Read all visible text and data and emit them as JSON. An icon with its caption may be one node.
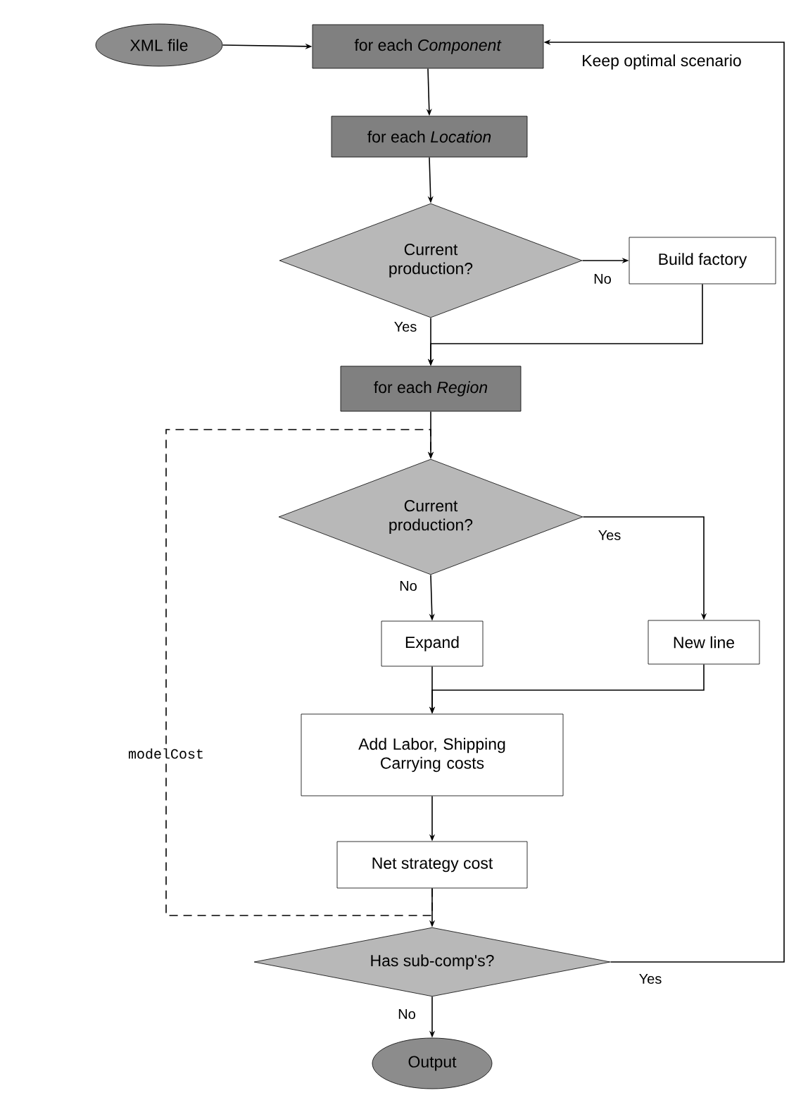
{
  "diagram": {
    "nodes": [
      {
        "text": [
          "XML file"
        ]
      },
      {
        "text": [
          "for each *Component*"
        ]
      },
      {
        "text": [
          "for each *Location*"
        ]
      },
      {
        "text": [
          "Current production?"
        ]
      },
      {
        "text": [
          "Build factory"
        ]
      },
      {
        "text": [
          "for each *Region*"
        ]
      },
      {
        "text": [
          "Current production?"
        ]
      },
      {
        "text": [
          "Expand"
        ]
      },
      {
        "text": [
          "New line"
        ]
      },
      {
        "text": [
          "Add Labor, Shipping Carrying costs"
        ]
      },
      {
        "text": [
          "Net strategy cost"
        ]
      },
      {
        "text": [
          "Has sub-comp's?"
        ]
      },
      {
        "text": [
          "Output"
        ]
      }
    ],
    "edges": [
      {
        "from": 0,
        "to": 1,
        "arrow": "to"
      },
      {
        "from": 1,
        "to": 2,
        "arrow": "to"
      },
      {
        "from": 2,
        "to": 3,
        "arrow": "to"
      },
      {
        "from": 3,
        "to": 4,
        "arrow": "to",
        "label": "No"
      },
      {
        "from": 3,
        "to": 5,
        "arrow": "to",
        "label": "Yes"
      },
      {
        "from": 4,
        "to": 5,
        "arrow": "to"
      },
      {
        "from": 5,
        "to": 6,
        "arrow": "to"
      },
      {
        "from": 6,
        "to": 7,
        "arrow": "to",
        "label": "No"
      },
      {
        "from": 6,
        "to": 8,
        "arrow": "to",
        "label": "Yes"
      },
      {
        "from": 7,
        "to": 9,
        "arrow": "to"
      },
      {
        "from": 8,
        "to": 9,
        "arrow": "to"
      },
      {
        "from": 9,
        "to": 10,
        "arrow": "to"
      },
      {
        "from": 10,
        "to": 11,
        "arrow": "to"
      },
      {
        "from": 11,
        "to": 12,
        "arrow": "to",
        "label": "No"
      },
      {
        "from": 11,
        "to": 1,
        "arrow": "to",
        "label": "Yes"
      },
      {
        "from": 10,
        "to": 6,
        "arrow": "to",
        "label": "modelCost",
        "style": "dashed"
      }
    ],
    "labels": [
      "Keep optimal scenario"
    ]
  }
}
